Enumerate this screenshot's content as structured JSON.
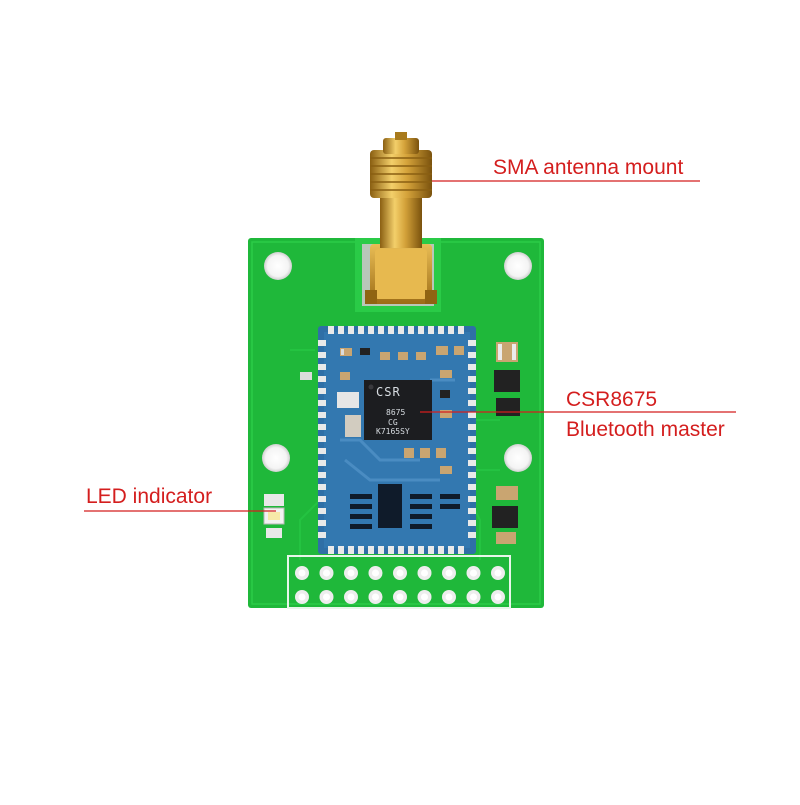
{
  "image": {
    "subject": "bluetooth-module-pcb",
    "colors": {
      "background": "#ffffff",
      "pcb_green": "#1fb83a",
      "pcb_green_dark": "#169a2c",
      "module_blue": "#2f6fa6",
      "chip_black": "#1c1d20",
      "gold": "#d4a23a",
      "annotation_red": "#d41e1e"
    }
  },
  "callouts": {
    "antenna": {
      "label": "SMA antenna mount"
    },
    "chip": {
      "line1": "CSR8675",
      "line2": "Bluetooth master"
    },
    "led": {
      "label": "LED indicator"
    }
  },
  "chip_marking": {
    "brand": "CSR",
    "part": "8675",
    "grade": "CG",
    "lot": "K7165SY"
  },
  "header_pins": {
    "rows": 2,
    "columns": 9
  }
}
